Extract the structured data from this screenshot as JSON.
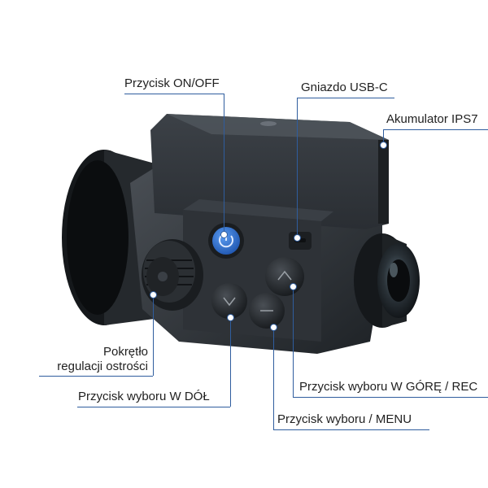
{
  "callouts": {
    "power_button": "Przycisk ON/OFF",
    "usb_port": "Gniazdo USB-C",
    "battery": "Akumulator IPS7",
    "focus_knob_line1": "Pokrętło",
    "focus_knob_line2": "regulacji ostrości",
    "down_button": "Przycisk wyboru W DÓŁ",
    "up_rec_button": "Przycisk wyboru W GÓRĘ / REC",
    "menu_button": "Przycisk wyboru / MENU"
  },
  "colors": {
    "leader_line": "#2f5d9e",
    "power_button": "#2f6fd0",
    "device_body": "#2b2f33"
  }
}
